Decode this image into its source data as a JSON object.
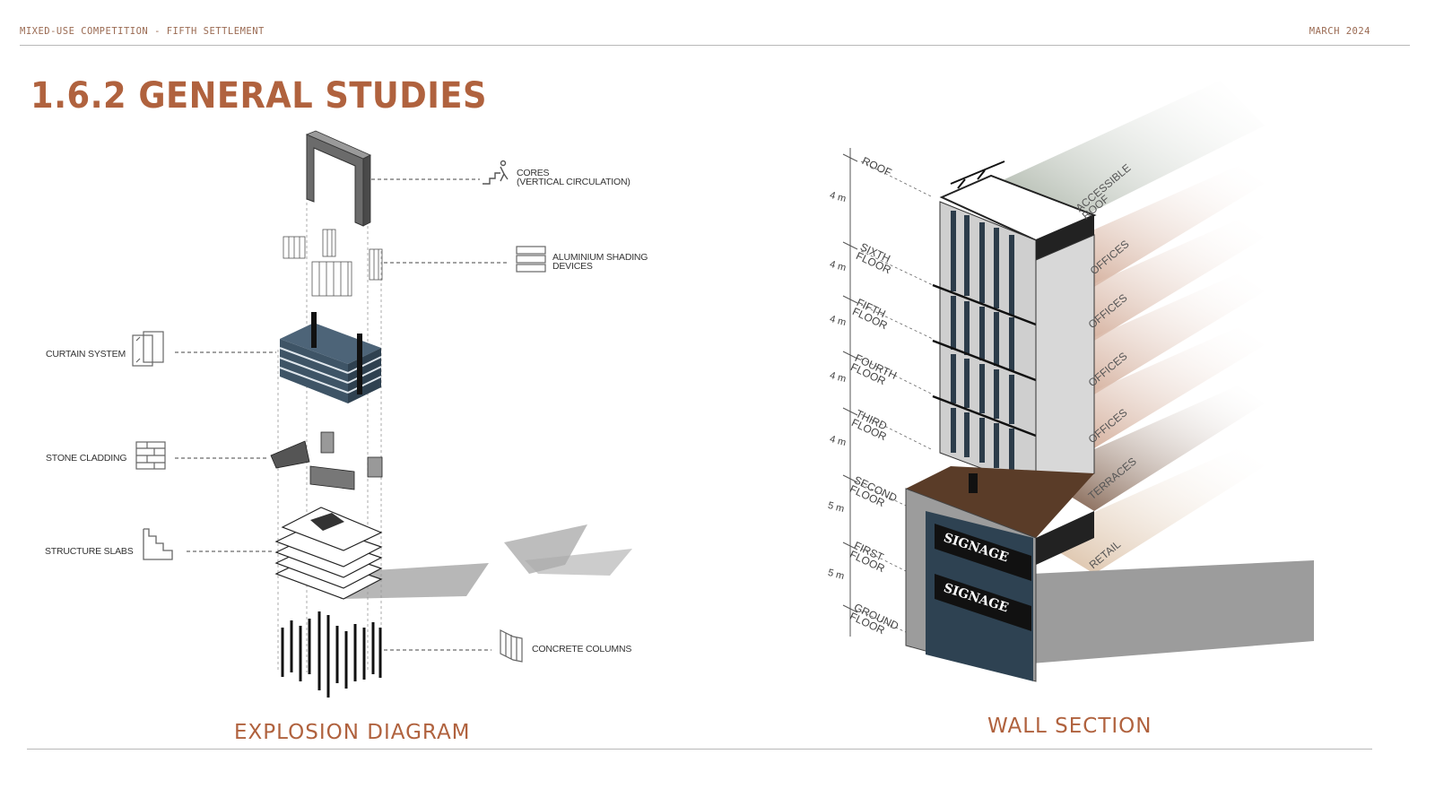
{
  "header": {
    "left": "MIXED-USE COMPETITION - FIFTH SETTLEMENT",
    "right": "MARCH 2024"
  },
  "title": "1.6.2 GENERAL STUDIES",
  "explosion": {
    "caption": "EXPLOSION DIAGRAM",
    "components": [
      {
        "label_lines": [
          "CORES",
          "(VERTICAL CIRCULATION)"
        ],
        "icon": "stairs-person-icon"
      },
      {
        "label_lines": [
          "ALUMINIUM SHADING",
          "DEVICES"
        ],
        "icon": "shading-louver-icon"
      },
      {
        "label_lines": [
          "CURTAIN SYSTEM"
        ],
        "icon": "glass-panel-icon"
      },
      {
        "label_lines": [
          "STONE CLADDING"
        ],
        "icon": "brick-icon"
      },
      {
        "label_lines": [
          "STRUCTURE SLABS"
        ],
        "icon": "stacked-slabs-icon"
      },
      {
        "label_lines": [
          "CONCRETE COLUMNS"
        ],
        "icon": "columns-icon"
      }
    ]
  },
  "wall_section": {
    "caption": "WALL SECTION",
    "floors": [
      {
        "name": [
          "ROOF"
        ],
        "height": "4 m",
        "use": [
          "ACCESSIBLE",
          "ROOF"
        ]
      },
      {
        "name": [
          "SIXTH",
          "FLOOR"
        ],
        "height": "4 m",
        "use": [
          "OFFICES"
        ]
      },
      {
        "name": [
          "FIFTH",
          "FLOOR"
        ],
        "height": "4 m",
        "use": [
          "OFFICES"
        ]
      },
      {
        "name": [
          "FOURTH",
          "FLOOR"
        ],
        "height": "4 m",
        "use": [
          "OFFICES"
        ]
      },
      {
        "name": [
          "THIRD",
          "FLOOR"
        ],
        "height": "4 m",
        "use": [
          "OFFICES"
        ]
      },
      {
        "name": [
          "SECOND",
          "FLOOR"
        ],
        "height": "5 m",
        "use": [
          "TERRACES"
        ]
      },
      {
        "name": [
          "FIRST",
          "FLOOR"
        ],
        "height": "5 m",
        "use": [
          "RETAIL"
        ]
      },
      {
        "name": [
          "GROUND",
          "FLOOR"
        ],
        "height": "",
        "use": []
      }
    ],
    "signage": [
      "SIGNAGE",
      "SIGNAGE"
    ]
  }
}
